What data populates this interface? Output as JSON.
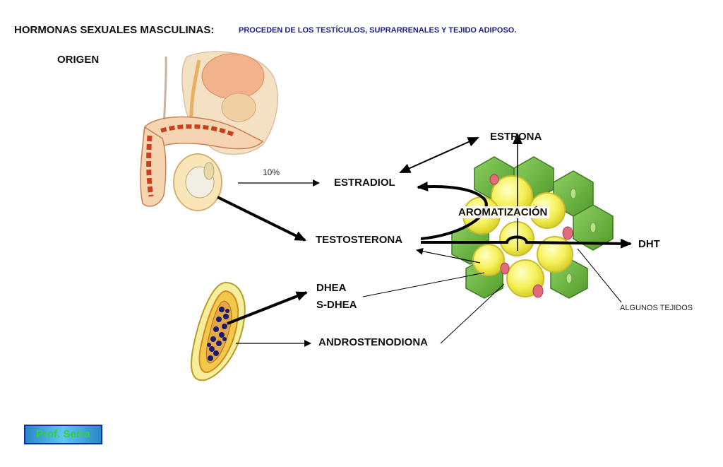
{
  "header": {
    "title": "HORMONAS SEXUALES MASCULINAS:",
    "subtitle": "PROCEDEN DE LOS TESTÍCULOS, SUPRARRENALES Y TEJIDO ADIPOSO."
  },
  "origin_label": "ORIGEN",
  "nodes": {
    "estrona": "ESTRONA",
    "estradiol": "ESTRADIOL",
    "testosterona": "TESTOSTERONA",
    "dhea": "DHEA",
    "s_dhea": "S-DHEA",
    "androstenodiona": "ANDROSTENODIONA",
    "dht": "DHT"
  },
  "labels": {
    "percent": "10%",
    "aromatizacion": "AROMATIZACIÓN",
    "algunos_tejidos": "ALGUNOS TEJIDOS"
  },
  "badge": "Prof. Serra",
  "colors": {
    "subtitle": "#1d1d8a",
    "adipose_green": "#6db33f",
    "adipose_yellow": "#f3f35a",
    "adrenal_blue": "#1b1b6e",
    "badge_text": "#2fd23a"
  }
}
